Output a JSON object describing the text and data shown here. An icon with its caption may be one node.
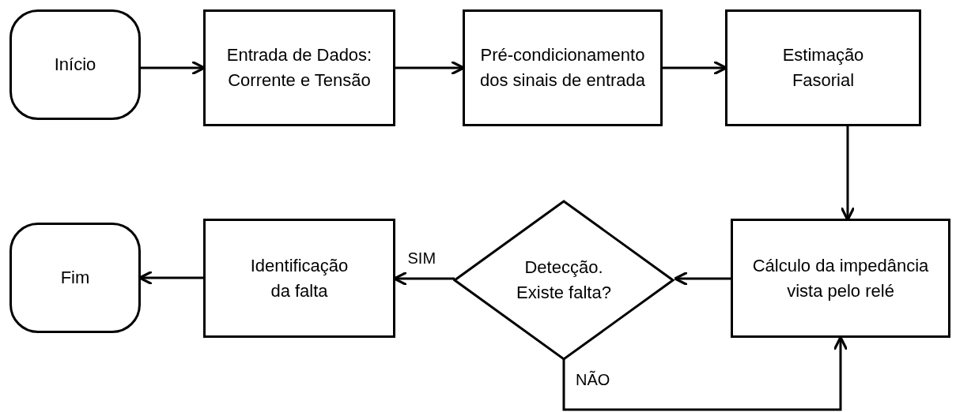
{
  "diagram": {
    "nodes": [
      {
        "text": [
          "Início"
        ]
      },
      {
        "text": [
          "Entrada de Dados: Corrente e Tensão"
        ]
      },
      {
        "text": [
          "Pré-condicionamento dos sinais de entrada"
        ]
      },
      {
        "text": [
          "Estimação Fasorial"
        ]
      },
      {
        "text": [
          "Cálculo da impedância vista pelo relé"
        ]
      },
      {
        "text": [
          "Detecção. Existe falta?"
        ]
      },
      {
        "text": [
          "Identificação da falta"
        ]
      },
      {
        "text": [
          "Fim"
        ]
      }
    ],
    "edges": [
      {
        "from": 0,
        "to": 1,
        "arrow": "to"
      },
      {
        "from": 1,
        "to": 2,
        "arrow": "to"
      },
      {
        "from": 2,
        "to": 3,
        "arrow": "to"
      },
      {
        "from": 3,
        "to": 4,
        "arrow": "to"
      },
      {
        "from": 4,
        "to": 5,
        "arrow": "to"
      },
      {
        "from": 5,
        "to": 6,
        "arrow": "to",
        "label": "SIM"
      },
      {
        "from": 6,
        "to": 7,
        "arrow": "to"
      },
      {
        "from": 5,
        "to": 4,
        "arrow": "to",
        "label": "NÃO"
      }
    ]
  }
}
